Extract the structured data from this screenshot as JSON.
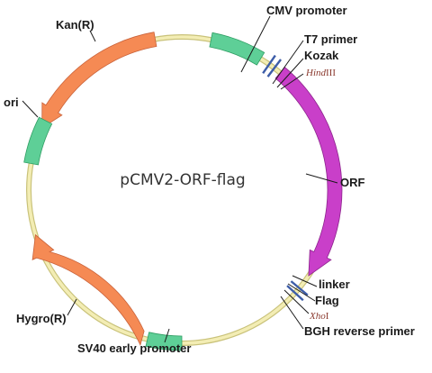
{
  "plasmid": {
    "name": "pCMV2-ORF-flag",
    "colors": {
      "backbone": "#f3edb4",
      "backbone_edge": "#c9c27a",
      "promoter": "#5ecf97",
      "promoter_edge": "#2f9e63",
      "resistance": "#f58a54",
      "resistance_edge": "#c9623a",
      "orf": "#c93fc9",
      "orf_edge": "#8d248d",
      "site": "#3d5da8",
      "enzyme_text": "#8b3a2f"
    }
  },
  "features": [
    {
      "id": "kanr",
      "label": "Kan(R)",
      "type": "resistance",
      "icon": "arrow-counterclockwise"
    },
    {
      "id": "cmv",
      "label": "CMV promoter",
      "type": "promoter"
    },
    {
      "id": "t7",
      "label": "T7 primer",
      "type": "site"
    },
    {
      "id": "kozak",
      "label": "Kozak",
      "type": "site"
    },
    {
      "id": "hindiii",
      "label_main": "Hind",
      "label_suffix": "III",
      "type": "enzyme"
    },
    {
      "id": "ori",
      "label": "ori",
      "type": "origin"
    },
    {
      "id": "orf",
      "label": "ORF",
      "type": "orf",
      "icon": "arrow-clockwise"
    },
    {
      "id": "linker",
      "label": "linker",
      "type": "site"
    },
    {
      "id": "flag",
      "label": "Flag",
      "type": "site"
    },
    {
      "id": "xhoi",
      "label_main": "Xho",
      "label_suffix": "I",
      "type": "enzyme"
    },
    {
      "id": "bgh",
      "label": "BGH reverse primer",
      "type": "site"
    },
    {
      "id": "hygror",
      "label": "Hygro(R)",
      "type": "resistance",
      "icon": "arrow-counterclockwise"
    },
    {
      "id": "sv40",
      "label": "SV40 early promoter",
      "type": "promoter"
    }
  ]
}
